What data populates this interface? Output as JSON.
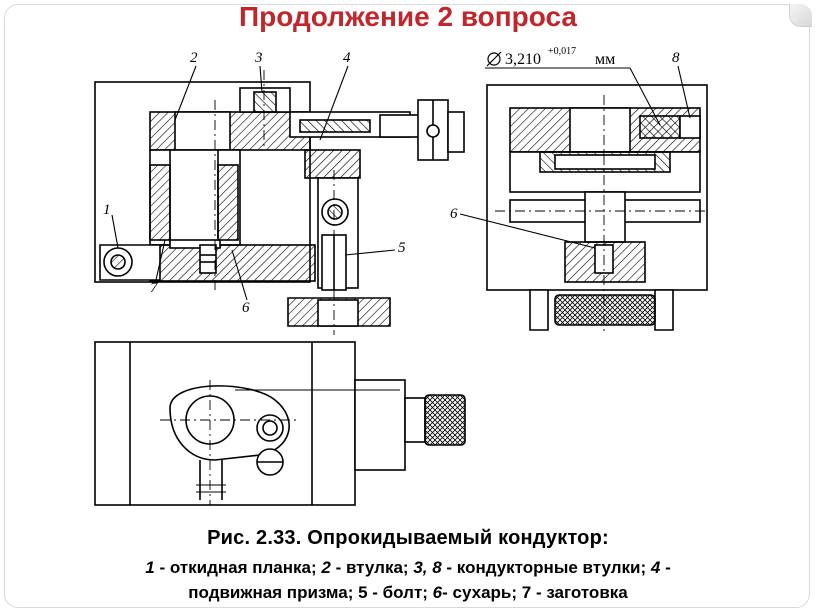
{
  "slide": {
    "title": "Продолжение 2 вопроса"
  },
  "drawing": {
    "labels": {
      "l1": "1",
      "l2": "2",
      "l3": "3",
      "l4": "4",
      "l5": "5",
      "l6a": "6",
      "l6b": "6",
      "l7": "7",
      "l8": "8"
    },
    "dimension": {
      "value": "3,210",
      "tolerance": "+0,017",
      "unit": "мм"
    }
  },
  "caption": {
    "title": "Рис. 2.33. Опрокидываемый кондуктор:",
    "parts": [
      {
        "num": "1",
        "sep": " - ",
        "text": "откидная планка; "
      },
      {
        "num": "2",
        "sep": " - ",
        "text": "втулка; "
      },
      {
        "num": "3, 8",
        "sep": " - ",
        "text": "кондукторные втулки; "
      },
      {
        "num": "4",
        "sep": " -",
        "text": ""
      }
    ],
    "line2_a": "подвижная призма; 5 - болт; ",
    "line2_num6": "6",
    "line2_b": "- сухарь; 7 - заготовка"
  }
}
